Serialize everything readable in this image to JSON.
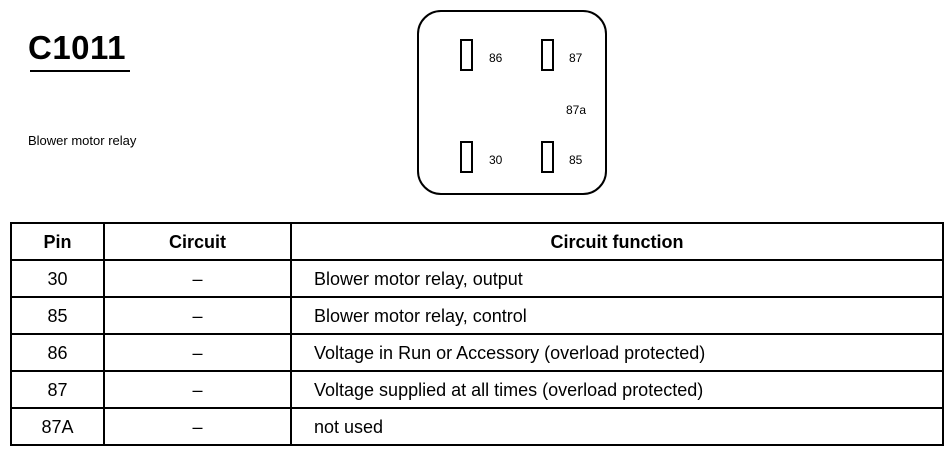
{
  "connector": {
    "id": "C1011",
    "description": "Blower motor relay",
    "cavities": [
      {
        "label": "86"
      },
      {
        "label": "87"
      },
      {
        "label": "87a"
      },
      {
        "label": "30"
      },
      {
        "label": "85"
      }
    ]
  },
  "pin_table": {
    "headers": {
      "pin": "Pin",
      "circuit": "Circuit",
      "function": "Circuit function"
    },
    "rows": [
      {
        "pin": "30",
        "circuit": "–",
        "function": "Blower motor relay, output"
      },
      {
        "pin": "85",
        "circuit": "–",
        "function": "Blower motor relay, control"
      },
      {
        "pin": "86",
        "circuit": "–",
        "function": "Voltage in Run or Accessory (overload protected)"
      },
      {
        "pin": "87",
        "circuit": "–",
        "function": "Voltage supplied at all times (overload protected)"
      },
      {
        "pin": "87A",
        "circuit": "–",
        "function": "not used"
      }
    ]
  }
}
